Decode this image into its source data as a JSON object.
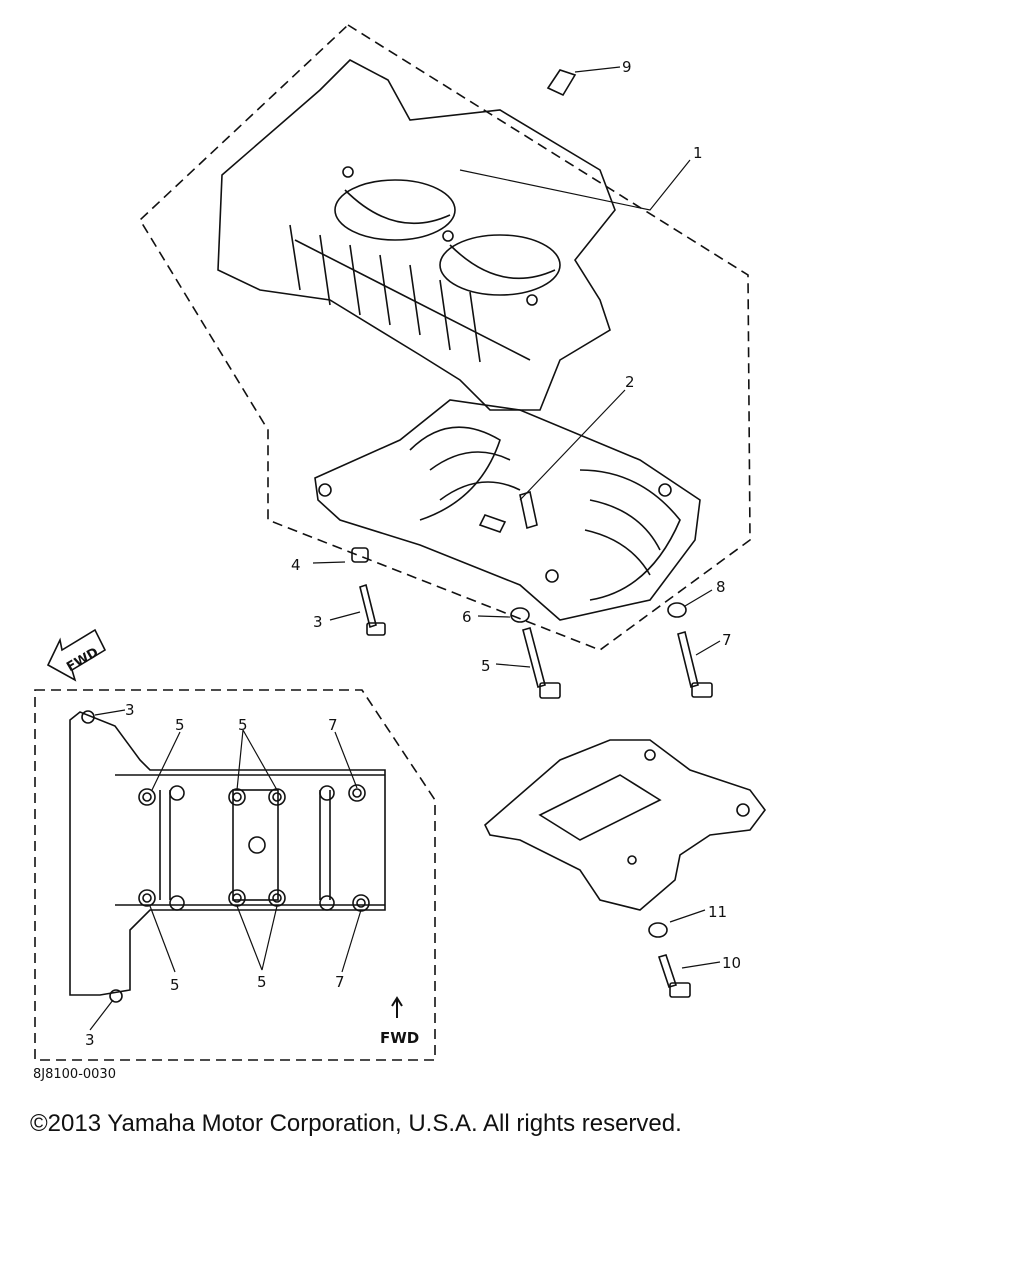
{
  "callouts": {
    "c1": "1",
    "c2": "2",
    "c3a": "3",
    "c4": "4",
    "c5a": "5",
    "c6": "6",
    "c7a": "7",
    "c8": "8",
    "c9": "9",
    "c10": "10",
    "c11": "11",
    "inset_3_top": "3",
    "inset_3_bottom": "3",
    "inset_5_topleft": "5",
    "inset_5_topmid": "5",
    "inset_5_bottomleft": "5",
    "inset_5_bottommid": "5",
    "inset_7_top": "7",
    "inset_7_bottom": "7"
  },
  "fwd_arrow_label": "FWD",
  "inset_fwd_label": "FWD",
  "drawing_number": "8J8100-0030",
  "copyright": "©2013 Yamaha Motor Corporation, U.S.A. All rights reserved."
}
